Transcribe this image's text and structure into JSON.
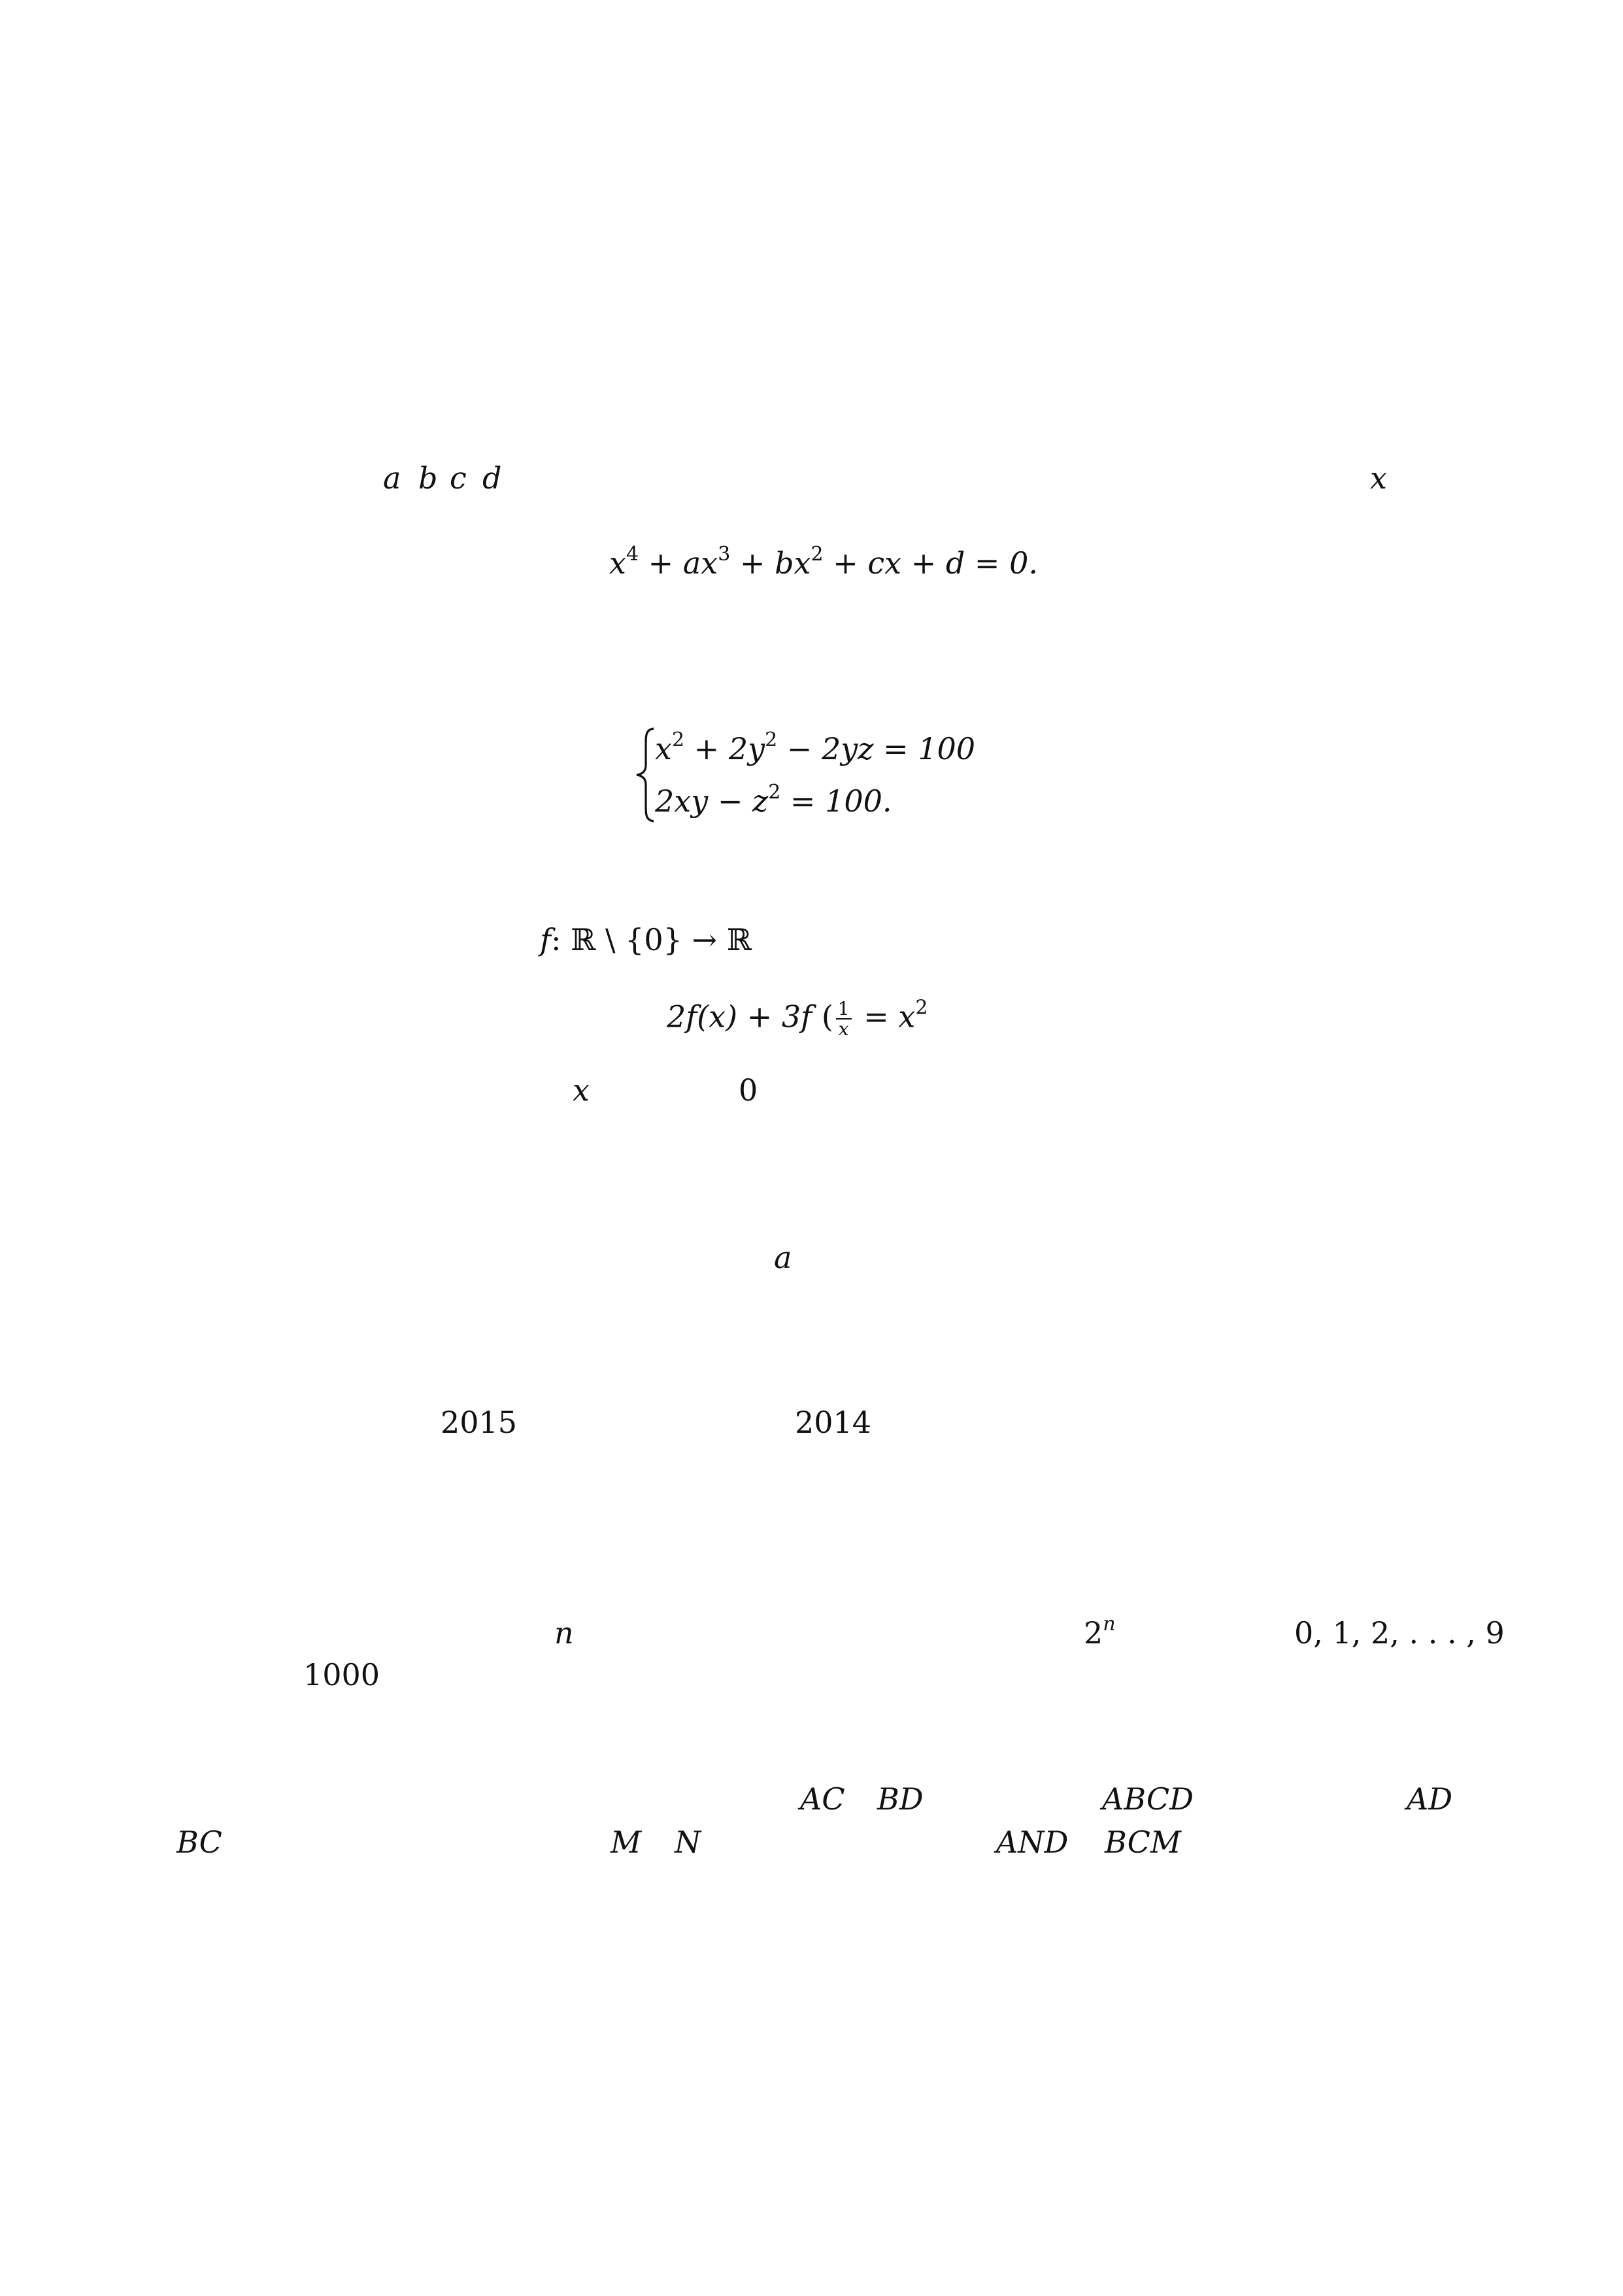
{
  "p1": {
    "vars_a": "a",
    "vars_b": "b",
    "vars_c": "c",
    "vars_d": "d",
    "var_x": "x",
    "eq_x": "x",
    "eq_p4": "4",
    "eq_t1": " + ax",
    "eq_p3": "3",
    "eq_t2": " + bx",
    "eq_p2": "2",
    "eq_t3": " + cx + d = 0."
  },
  "p2": {
    "l1_x": "x",
    "l1_p2a": "2",
    "l1_t1": " + 2y",
    "l1_p2b": "2",
    "l1_t2": " − 2yz = 100",
    "l2_t1": "2xy − z",
    "l2_p2": "2",
    "l2_t2": " = 100."
  },
  "p3": {
    "domain_f": "f",
    "domain_rest": ": ℝ \\ {0} → ℝ",
    "eq_left": "2f(x) + 3f ",
    "eq_paren": "(",
    "frac_num": "1",
    "frac_den": "x",
    "eq_right": " = x",
    "eq_p2": "2",
    "var_x": "x",
    "zero": "0"
  },
  "p4": {
    "var_a": "a"
  },
  "p5": {
    "n2015": "2015",
    "n2014": "2014"
  },
  "p6": {
    "var_n": "n",
    "pow_base": "2",
    "pow_exp": "n",
    "digits": "0, 1, 2, . . . , 9",
    "n1000": "1000"
  },
  "p7": {
    "ac": "AC",
    "bd": "BD",
    "abcd": "ABCD",
    "ad": "AD",
    "bc": "BC",
    "m": "M",
    "n": "N",
    "and": "AND",
    "bcm": "BCM"
  }
}
